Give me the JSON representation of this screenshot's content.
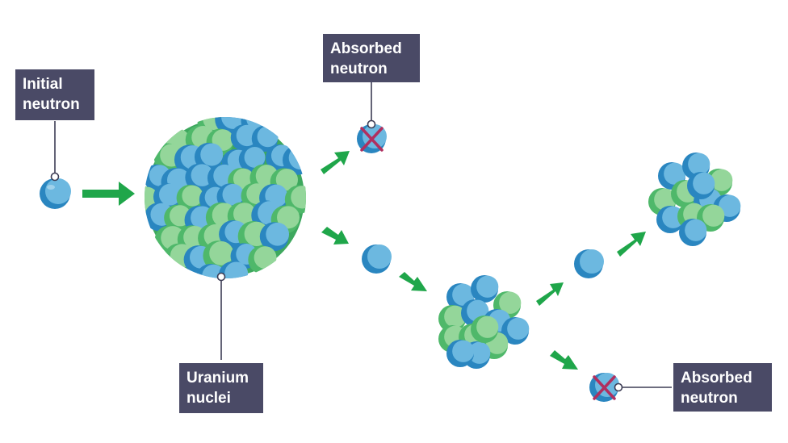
{
  "labels": {
    "initial_neutron": [
      "Initial",
      "neutron"
    ],
    "absorbed_neutron_top": [
      "Absorbed",
      "neutron"
    ],
    "uranium_nuclei": [
      "Uranium",
      "nuclei"
    ],
    "absorbed_neutron_bottom": [
      "Absorbed",
      "neutron"
    ]
  },
  "colors": {
    "label_bg": "#4a4a66",
    "arrow": "#1fa64a",
    "neutron_dark": "#2a86c0",
    "neutron_light": "#6cb8e0",
    "nucleus_green_dark": "#4fb86a",
    "nucleus_green_light": "#94d69a",
    "cross": "#b0305f",
    "leader": "#3d3d55"
  }
}
